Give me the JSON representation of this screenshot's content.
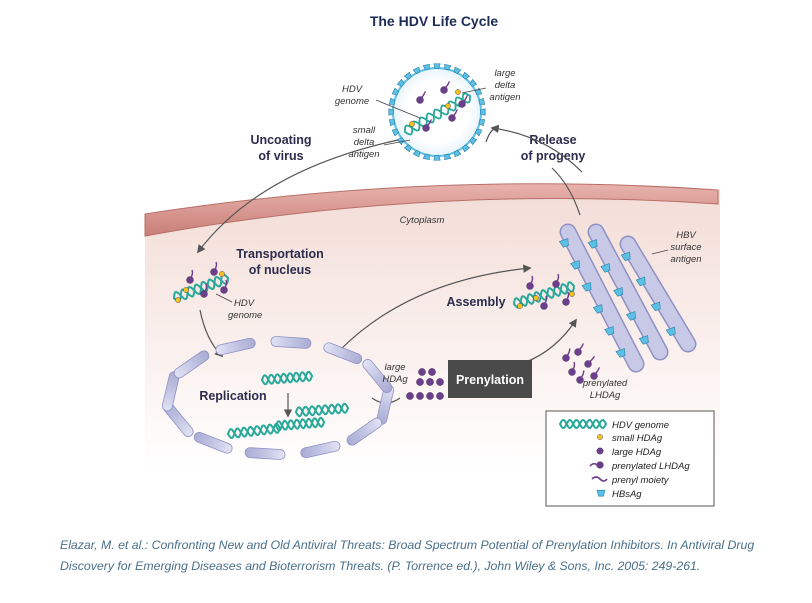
{
  "title": "The HDV Life Cycle",
  "labels": {
    "uncoating_line1": "Uncoating",
    "uncoating_line2": "of virus",
    "release_line1": "Release",
    "release_line2": "of progeny",
    "transport_line1": "Transportation",
    "transport_line2": "of nucleus",
    "replication": "Replication",
    "assembly": "Assembly",
    "prenylation": "Prenylation",
    "cytoplasm": "Cytoplasm",
    "hdv_genome_top_1": "HDV",
    "hdv_genome_top_2": "genome",
    "small_delta_1": "small",
    "small_delta_2": "delta",
    "small_delta_3": "antigen",
    "large_delta_1": "large",
    "large_delta_2": "delta",
    "large_delta_3": "antigen",
    "hdv_genome_mid_1": "HDV",
    "hdv_genome_mid_2": "genome",
    "large_hdag_1": "large",
    "large_hdag_2": "HDAg",
    "prenylated_1": "prenylated",
    "prenylated_2": "LHDAg",
    "hbv_1": "HBV",
    "hbv_2": "surface",
    "hbv_3": "antigen"
  },
  "legend": [
    {
      "icon": "helix-icon",
      "label": "HDV genome"
    },
    {
      "icon": "yellow-dot-icon",
      "label": "small HDAg"
    },
    {
      "icon": "purple-dot-icon",
      "label": "large HDAg"
    },
    {
      "icon": "prenylated-lhdag-icon",
      "label": "prenylated LHDAg"
    },
    {
      "icon": "squiggle-icon",
      "label": "prenyl moiety"
    },
    {
      "icon": "hbsag-icon",
      "label": "HBsAg"
    }
  ],
  "caption": "Elazar, M. et al.: Confronting New and Old Antiviral Threats: Broad Spectrum Potential of Prenylation Inhibitors.  In Antiviral Drug Discovery for Emerging Diseases and Bioterrorism Threats.  (P. Torrence ed.), John Wiley & Sons, Inc. 2005: 249-261.",
  "colors": {
    "title": "#1d2b55",
    "membrane": "#d99a93",
    "cytoplasm_top": "#f3dcd6",
    "helix": "#2aa89a",
    "small_hdag": "#f2c11c",
    "large_hdag": "#6c3e8c",
    "hbsag": "#5cc0e6",
    "er_membrane": "#c8c9e6",
    "prenylation_box": "#4a4a4a",
    "caption": "#4a6f8a"
  }
}
